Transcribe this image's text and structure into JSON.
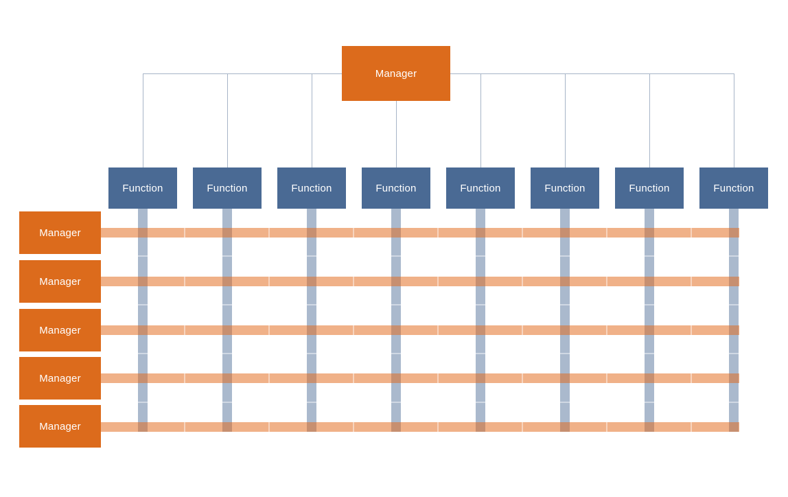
{
  "diagram": {
    "top_manager": {
      "label": "Manager"
    },
    "functions": [
      {
        "label": "Function"
      },
      {
        "label": "Function"
      },
      {
        "label": "Function"
      },
      {
        "label": "Function"
      },
      {
        "label": "Function"
      },
      {
        "label": "Function"
      },
      {
        "label": "Function"
      },
      {
        "label": "Function"
      }
    ],
    "side_managers": [
      {
        "label": "Manager"
      },
      {
        "label": "Manager"
      },
      {
        "label": "Manager"
      },
      {
        "label": "Manager"
      },
      {
        "label": "Manager"
      }
    ],
    "colors": {
      "manager_fill": "#DC6B1C",
      "function_fill": "#4A6A94",
      "connector_line": "#A6B4C7",
      "column_bar": "#ADBCD3",
      "row_bar": "#F2B28C",
      "intersection_blend": "#C69173",
      "label_text": "#FFFFFF"
    }
  }
}
